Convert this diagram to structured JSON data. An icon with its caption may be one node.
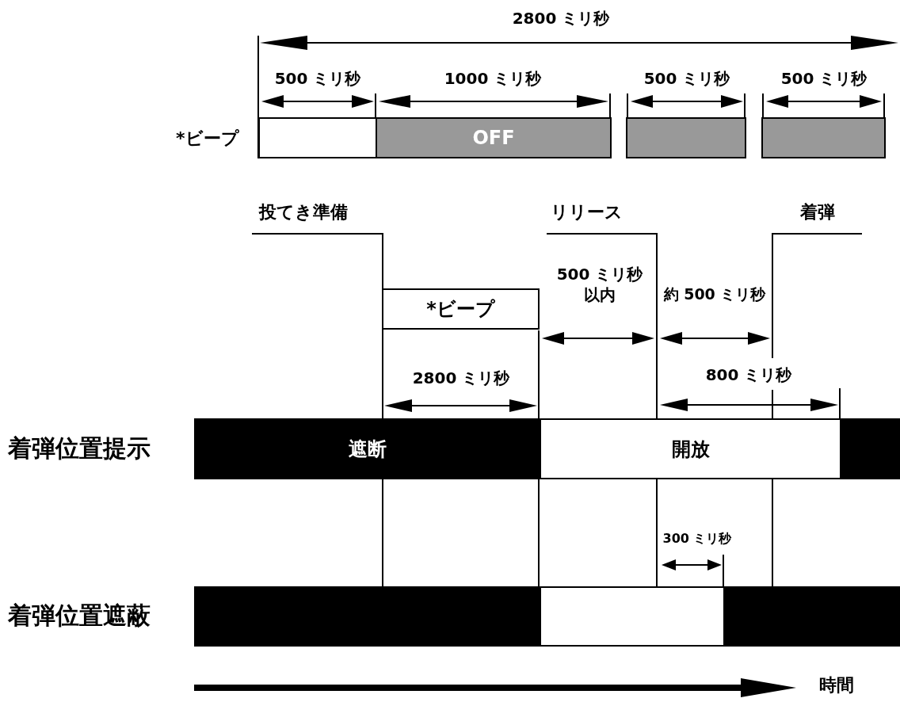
{
  "diagram": {
    "nodes": [
      {
        "text": [],
        "shape": "box",
        "beside": [
          "*ビープ"
        ]
      },
      {
        "text": [
          "OFF"
        ]
      },
      {
        "text": [],
        "shape": "box"
      },
      {
        "text": [],
        "shape": "box"
      },
      {
        "text": [
          "*ビープ"
        ]
      },
      {
        "text": [
          "遮断"
        ],
        "beside": [
          "着弾位置提示"
        ]
      },
      {
        "text": [
          "開放"
        ]
      },
      {
        "text": [],
        "shape": "box"
      },
      {
        "text": [],
        "shape": "box",
        "beside": [
          "着弾位置遮蔽"
        ]
      },
      {
        "text": [],
        "shape": "box"
      },
      {
        "text": [],
        "shape": "box"
      }
    ],
    "edges": [],
    "labels": [
      "2800 ミリ秒",
      "500 ミリ秒",
      "1000 ミリ秒",
      "500 ミリ秒",
      "500 ミリ秒",
      "投てき準備",
      "リリース",
      "着弾",
      "500 ミリ秒以内",
      "約 500 ミリ秒",
      "2800 ミリ秒",
      "800 ミリ秒",
      "300 ミリ秒",
      "時間"
    ]
  }
}
